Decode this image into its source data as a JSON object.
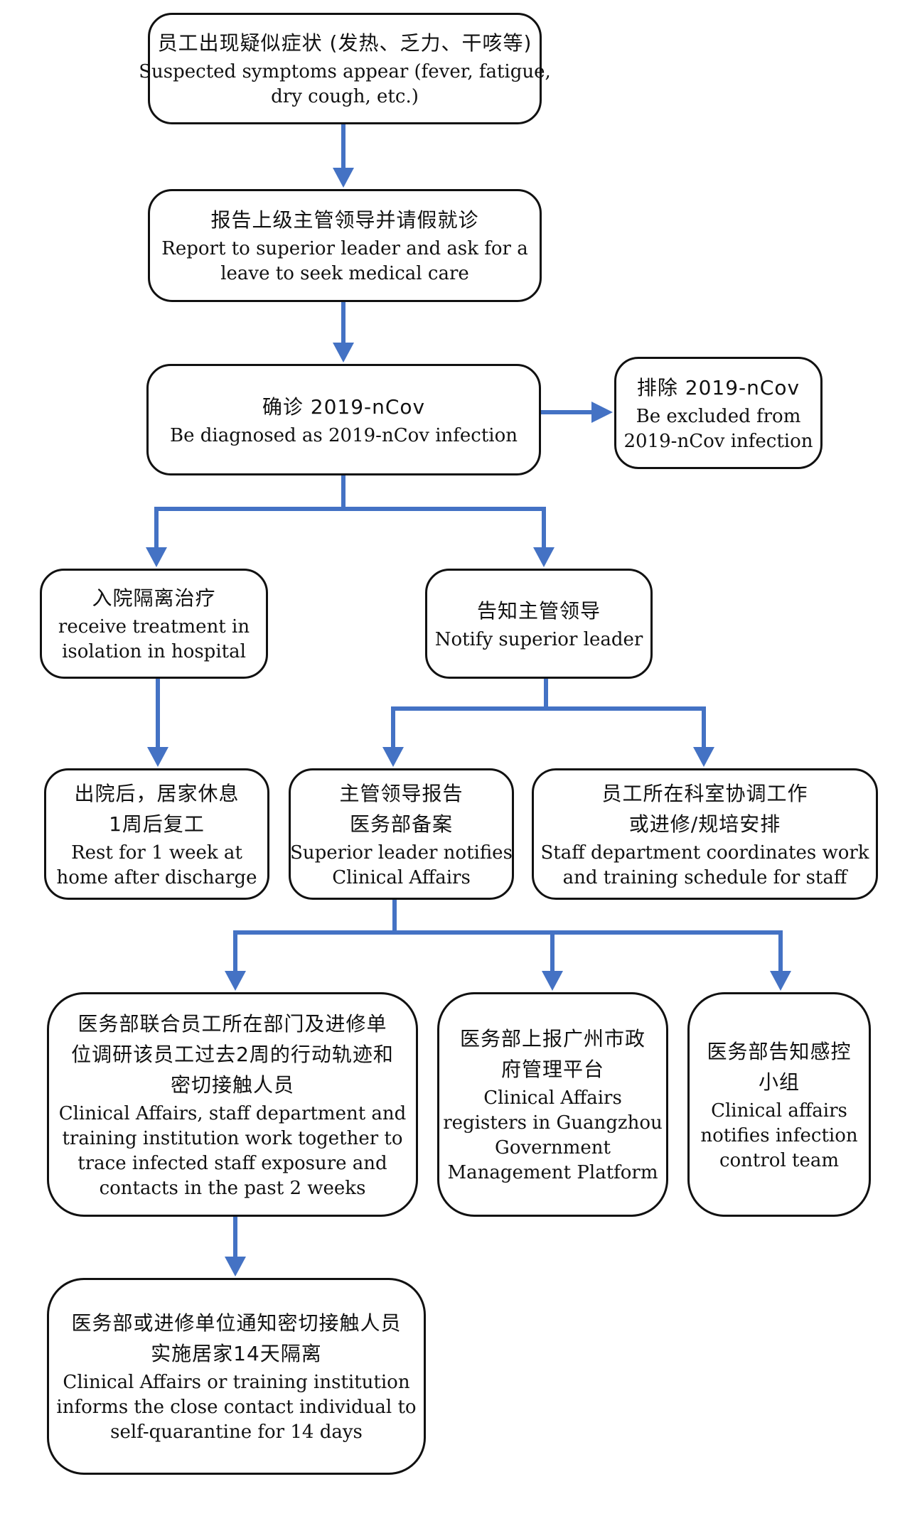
{
  "colors": {
    "connector": "#4472c4",
    "box_border": "#111111",
    "text": "#111111",
    "background": "#ffffff"
  },
  "nodes": {
    "symptoms": {
      "zh": [
        "员工出现疑似症状 (发热、乏力、干咳等)"
      ],
      "en": [
        "Suspected symptoms appear (fever, fatigue,",
        "dry cough, etc.)"
      ]
    },
    "report": {
      "zh": [
        "报告上级主管领导并请假就诊"
      ],
      "en": [
        "Report to superior leader and ask for a",
        "leave to seek medical care"
      ]
    },
    "diagnosed": {
      "zh": [
        "确诊 2019-nCov"
      ],
      "en": [
        "Be diagnosed as 2019-nCov infection"
      ]
    },
    "excluded": {
      "zh": [
        "排除 2019-nCov"
      ],
      "en": [
        "Be excluded from",
        "2019-nCov infection"
      ]
    },
    "hospital": {
      "zh": [
        "入院隔离治疗"
      ],
      "en": [
        "receive treatment in",
        "isolation in hospital"
      ]
    },
    "notify_leader": {
      "zh": [
        "告知主管领导"
      ],
      "en": [
        "Notify superior leader"
      ]
    },
    "rest": {
      "zh": [
        "出院后，居家休息",
        "1周后复工"
      ],
      "en": [
        "Rest for 1 week at",
        "home after discharge"
      ]
    },
    "leader_reports": {
      "zh": [
        "主管领导报告",
        "医务部备案"
      ],
      "en": [
        "Superior leader notifies",
        "Clinical Affairs"
      ]
    },
    "staff_department": {
      "zh": [
        "员工所在科室协调工作",
        "或进修/规培安排"
      ],
      "en": [
        "Staff department coordinates work",
        "and training schedule for staff"
      ]
    },
    "trace": {
      "zh": [
        "医务部联合员工所在部门及进修单",
        "位调研该员工过去2周的行动轨迹和",
        "密切接触人员"
      ],
      "en": [
        "Clinical Affairs, staff department and",
        "training institution work together to",
        "trace infected staff exposure and",
        "contacts in the past 2 weeks"
      ]
    },
    "government": {
      "zh": [
        "医务部上报广州市政",
        "府管理平台"
      ],
      "en": [
        "Clinical Affairs",
        "registers in Guangzhou",
        "Government",
        "Management Platform"
      ]
    },
    "infection_control": {
      "zh": [
        "医务部告知感控",
        "小组"
      ],
      "en": [
        "Clinical affairs",
        "notifies infection",
        "control team"
      ]
    },
    "quarantine": {
      "zh": [
        "医务部或进修单位通知密切接触人员",
        "实施居家14天隔离"
      ],
      "en": [
        "Clinical Affairs or training institution",
        "informs the close contact individual to",
        "self-quarantine for 14 days"
      ]
    }
  }
}
